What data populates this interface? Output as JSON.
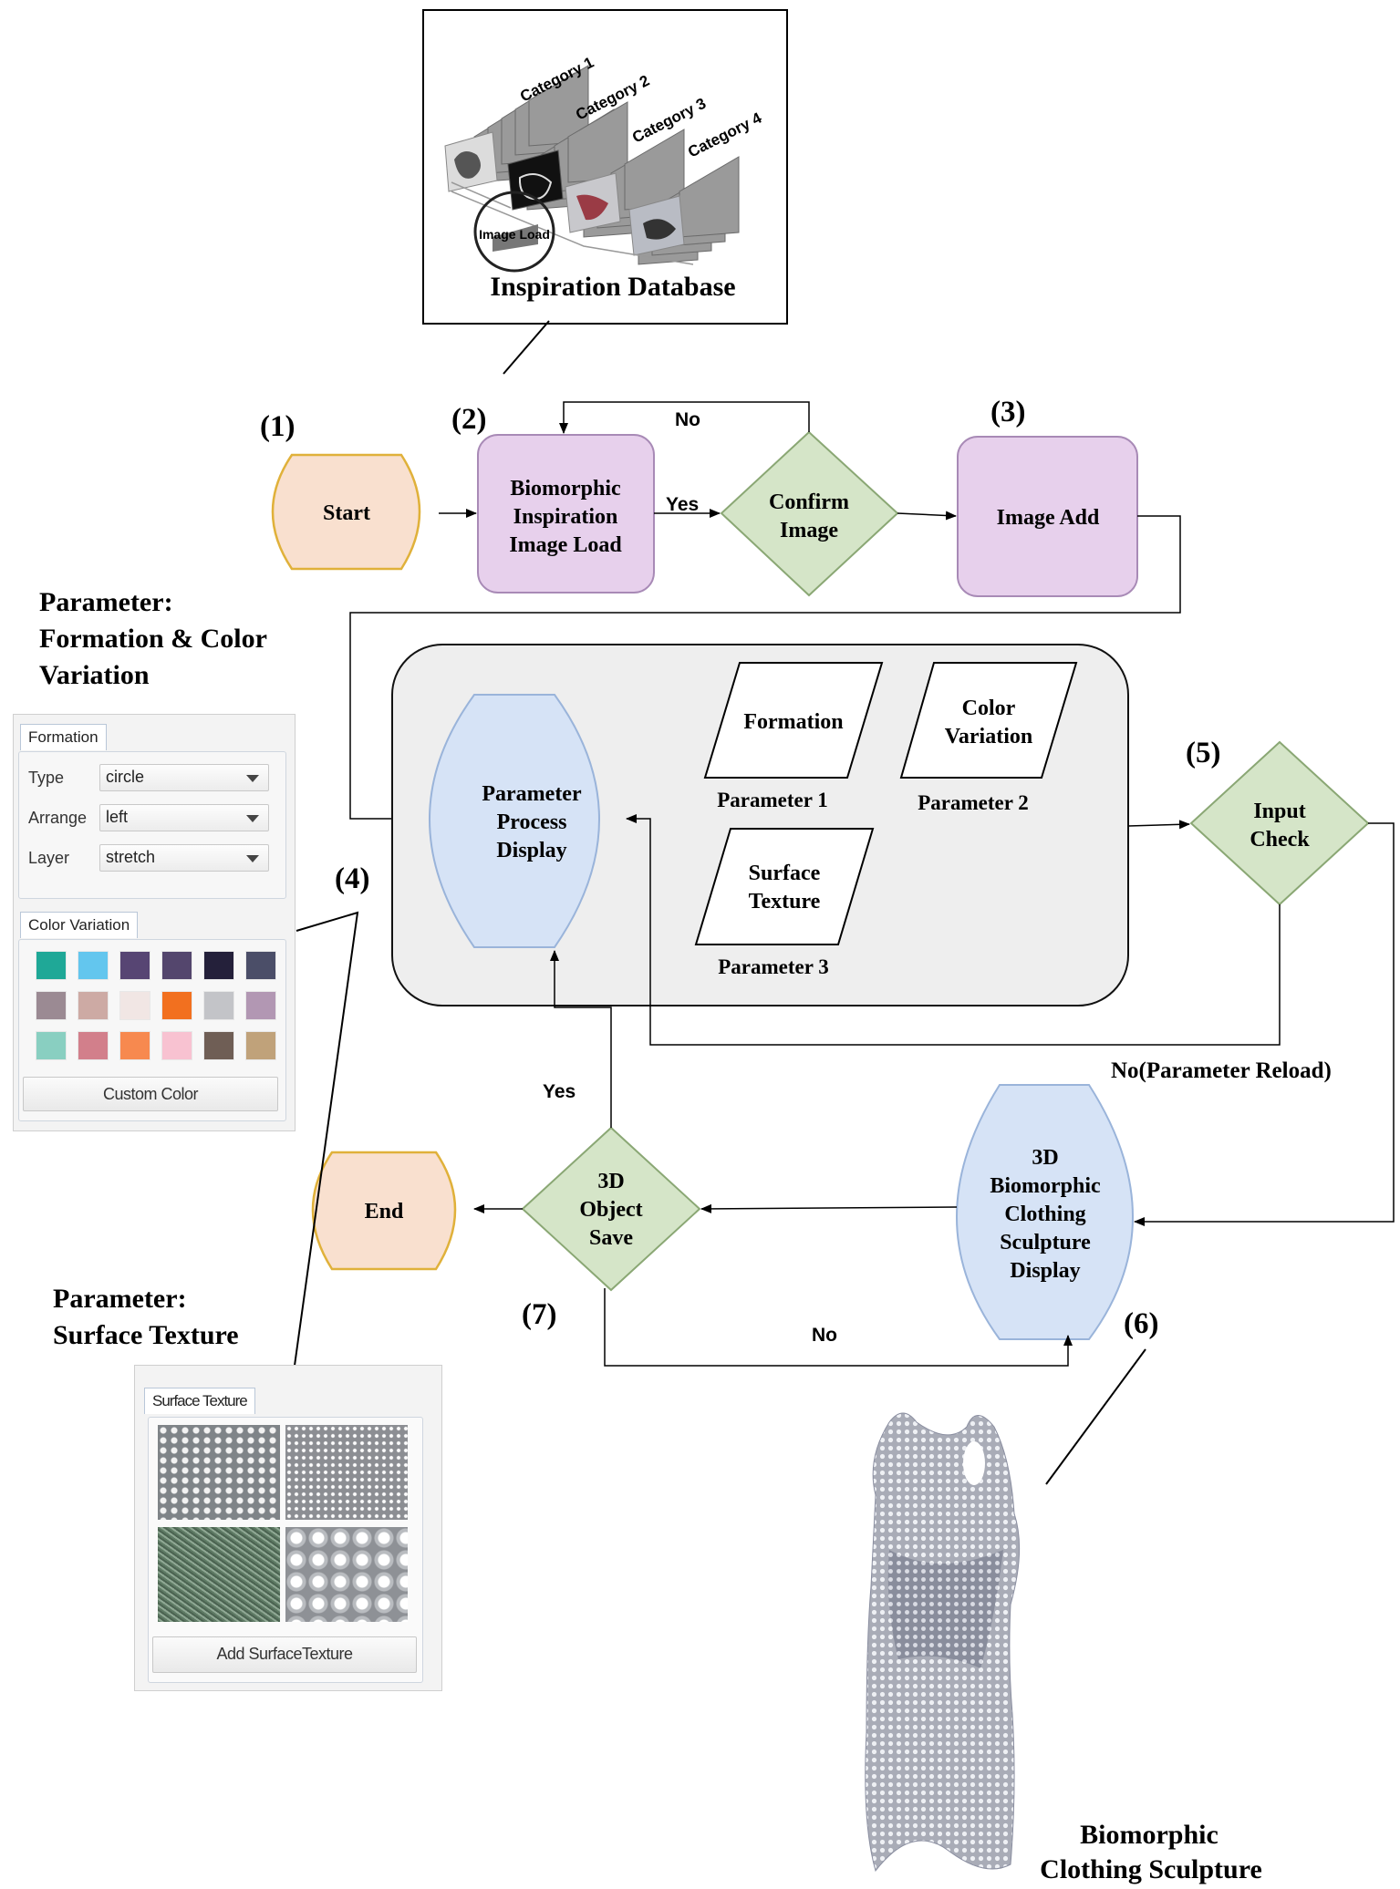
{
  "database": {
    "title": "Inspiration Database",
    "categories": [
      "Category 1",
      "Category 2",
      "Category 3",
      "Category 4"
    ],
    "image_load_label": "Image Load"
  },
  "steps": {
    "s1": "(1)",
    "s2": "(2)",
    "s3": "(3)",
    "s4": "(4)",
    "s5": "(5)",
    "s6": "(6)",
    "s7": "(7)"
  },
  "nodes": {
    "start": "Start",
    "image_load": [
      "Biomorphic",
      "Inspiration",
      "Image Load"
    ],
    "confirm_image": [
      "Confirm",
      "Image"
    ],
    "image_add": "Image Add",
    "param_process": [
      "Parameter",
      "Process",
      "Display"
    ],
    "formation": "Formation",
    "color_variation": [
      "Color",
      "Variation"
    ],
    "surface_texture": [
      "Surface",
      "Texture"
    ],
    "parameter_1": "Parameter  1",
    "parameter_2": "Parameter  2",
    "parameter_3": "Parameter  3",
    "input_check": [
      "Input",
      "Check"
    ],
    "sculpture_display": [
      "3D",
      "Biomorphic",
      "Clothing",
      "Sculpture",
      "Display"
    ],
    "object_save": [
      "3D",
      "Object",
      "Save"
    ],
    "end": "End"
  },
  "edge_labels": {
    "no_top": "No",
    "yes_top": "Yes",
    "no_reload": "No(Parameter Reload)",
    "yes_save": "Yes",
    "no_bottom": "No"
  },
  "side_titles": {
    "formation_color": [
      "Parameter:",
      "Formation & Color",
      "Variation"
    ],
    "surface_texture": [
      "Parameter:",
      "Surface Texture"
    ],
    "sculpture": [
      "Biomorphic",
      "Clothing Sculpture"
    ]
  },
  "formation_panel": {
    "tab": "Formation",
    "rows": [
      {
        "label": "Type",
        "value": "circle"
      },
      {
        "label": "Arrange",
        "value": "left"
      },
      {
        "label": "Layer",
        "value": "stretch"
      }
    ],
    "color_tab": "Color Variation",
    "swatches": [
      "#1fa897",
      "#63c6ee",
      "#574573",
      "#54466d",
      "#24203a",
      "#4b4e68",
      "#9b8a93",
      "#cdaaa4",
      "#f1e6e4",
      "#f2701f",
      "#c3c4c8",
      "#b297b3",
      "#89cfc1",
      "#d27f8b",
      "#f7894f",
      "#f8c2d1",
      "#6f5e55",
      "#c0a27a"
    ],
    "custom_color_button": "Custom Color"
  },
  "texture_panel": {
    "tab": "Surface Texture",
    "textures": [
      "scales",
      "pebbles",
      "fur",
      "bubbles"
    ],
    "add_button": "Add SurfaceTexture"
  }
}
